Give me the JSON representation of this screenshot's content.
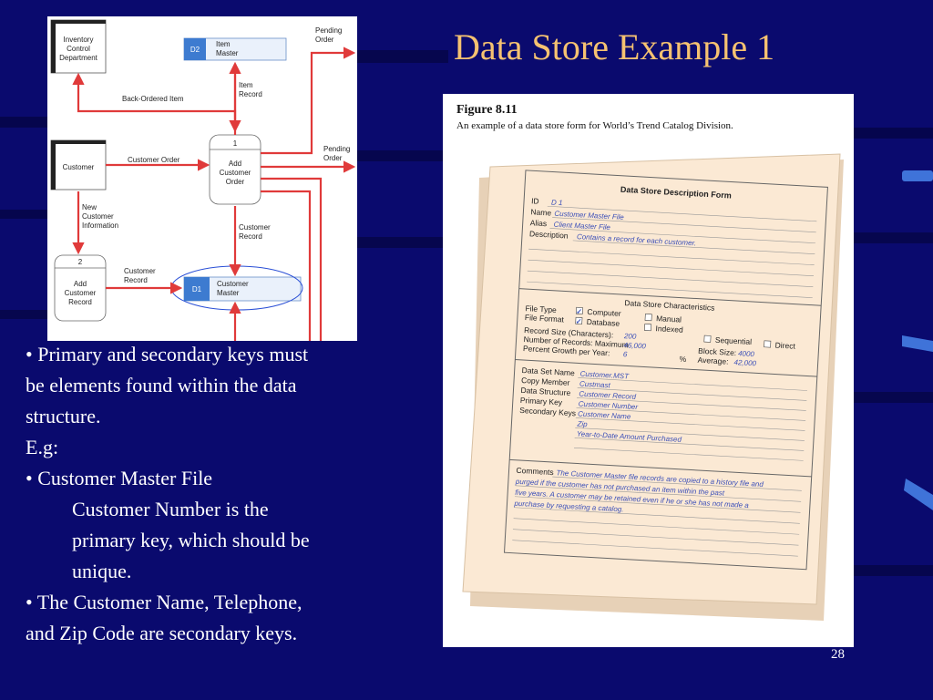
{
  "slide": {
    "title": "Data Store Example 1",
    "page_number": "28"
  },
  "bullets": [
    {
      "text": "• Primary and secondary keys must",
      "indent": false
    },
    {
      "text": "be elements found within the data",
      "indent": false
    },
    {
      "text": "structure.",
      "indent": false
    },
    {
      "text": "E.g:",
      "indent": false
    },
    {
      "text": "• Customer Master File",
      "indent": false
    },
    {
      "text": "Customer Number is the",
      "indent": true
    },
    {
      "text": "primary key, which should be",
      "indent": true
    },
    {
      "text": "unique.",
      "indent": true
    },
    {
      "text": "• The Customer Name, Telephone,",
      "indent": false
    },
    {
      "text": "and Zip Code are secondary keys.",
      "indent": false
    }
  ],
  "dfd": {
    "inventory_line1": "Inventory",
    "inventory_line2": "Control",
    "inventory_line3": "Department",
    "d2_id": "D2",
    "d2_name1": "Item",
    "d2_name2": "Master",
    "pending_order_top1": "Pending",
    "pending_order_top2": "Order",
    "back_ordered": "Back-Ordered Item",
    "item_record1": "Item",
    "item_record2": "Record",
    "process1_num": "1",
    "process1_l1": "Add",
    "process1_l2": "Customer",
    "process1_l3": "Order",
    "customer": "Customer",
    "customer_order": "Customer Order",
    "pending_order_mid1": "Pending",
    "pending_order_mid2": "Order",
    "new_info1": "New",
    "new_info2": "Customer",
    "new_info3": "Information",
    "customer_record_right1": "Customer",
    "customer_record_right2": "Record",
    "process2_num": "2",
    "process2_l1": "Add",
    "process2_l2": "Customer",
    "process2_l3": "Record",
    "customer_record_left1": "Customer",
    "customer_record_left2": "Record",
    "d1_id": "D1",
    "d1_name1": "Customer",
    "d1_name2": "Master"
  },
  "figure": {
    "title": "Figure 8.11",
    "caption": "An example of a data store form for World’s Trend Catalog Division.",
    "form_title": "Data Store Description Form",
    "labels": {
      "id": "ID",
      "name": "Name",
      "alias": "Alias",
      "description": "Description",
      "characteristics": "Data Store Characteristics",
      "file_type": "File Type",
      "file_format": "File Format",
      "computer": "Computer",
      "database": "Database",
      "manual": "Manual",
      "indexed": "Indexed",
      "sequential": "Sequential",
      "direct": "Direct",
      "record_size": "Record Size (Characters):",
      "number_records": "Number of Records:  Maximum",
      "percent_growth": "Percent Growth per Year:",
      "percent_sign": "%",
      "block_size": "Block Size:",
      "average": "Average:",
      "data_set_name": "Data Set Name",
      "copy_member": "Copy Member",
      "data_structure": "Data Structure",
      "primary_key": "Primary Key",
      "secondary_keys": "Secondary Keys",
      "comments": "Comments"
    },
    "values": {
      "id": "D 1",
      "name": "Customer Master File",
      "alias": "Client Master File",
      "description": "Contains a record for each customer.",
      "record_size": "200",
      "max_records": "46,000",
      "growth": "6",
      "block_size": "4000",
      "average": "42,000",
      "data_set_name": "Customer.MST",
      "copy_member": "Custmast",
      "data_structure": "Customer Record",
      "primary_key": "Customer Number",
      "secondary_key1": "Customer Name",
      "secondary_key2": "Zip",
      "secondary_key3": "Year-to-Date Amount Purchased",
      "comment1": "The Customer Master file records are copied to a history file and",
      "comment2": "purged if the customer has not purchased an item within the past",
      "comment3": "five years. A customer may be retained even if he or she has not made a",
      "comment4": "purchase by requesting a catalog."
    },
    "checked": {
      "computer": true,
      "database": true,
      "manual": false,
      "indexed": false,
      "sequential": false,
      "direct": false
    }
  },
  "colors": {
    "background": "#0a0a6e",
    "title": "#f5c271",
    "flow_arrow": "#e03a3a",
    "handwriting": "#3b4fb8",
    "paper": "#fbe9d4"
  }
}
